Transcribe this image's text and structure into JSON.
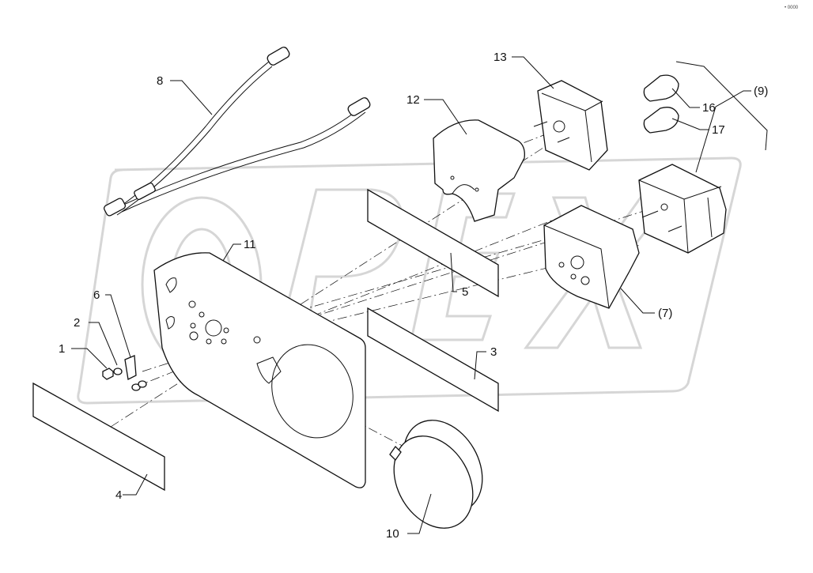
{
  "drawing": {
    "code": "• 0000",
    "watermark": "OPEX",
    "callouts": [
      {
        "id": "c1",
        "text": "1"
      },
      {
        "id": "c2",
        "text": "2"
      },
      {
        "id": "c3",
        "text": "3"
      },
      {
        "id": "c4",
        "text": "4"
      },
      {
        "id": "c5",
        "text": "5"
      },
      {
        "id": "c6",
        "text": "6"
      },
      {
        "id": "c7",
        "text": "(7)"
      },
      {
        "id": "c8",
        "text": "8"
      },
      {
        "id": "c9",
        "text": "(9)"
      },
      {
        "id": "c10",
        "text": "10"
      },
      {
        "id": "c11",
        "text": "11"
      },
      {
        "id": "c12",
        "text": "12"
      },
      {
        "id": "c13",
        "text": "13"
      },
      {
        "id": "c16",
        "text": "16"
      },
      {
        "id": "c17",
        "text": "17"
      }
    ]
  }
}
